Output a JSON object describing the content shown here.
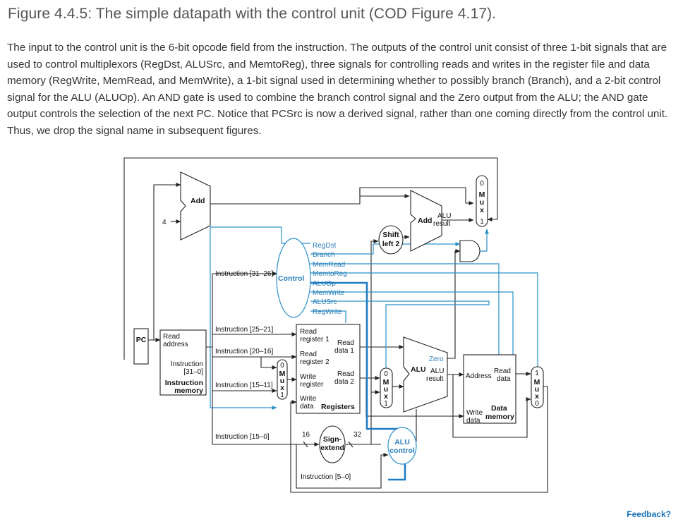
{
  "figure": {
    "title": "Figure 4.4.5: The simple datapath with the control unit (COD Figure 4.17).",
    "caption": "The input to the control unit is the 6-bit opcode field from the instruction. The outputs of the control unit consist of three 1-bit signals that are used to control multiplexors (RegDst, ALUSrc, and MemtoReg), three signals for controlling reads and writes in the register file and data memory (RegWrite, MemRead, and MemWrite), a 1-bit signal used in determining whether to possibly branch (Branch), and a 2-bit control signal for the ALU (ALUOp). An AND gate is used to combine the branch control signal and the Zero output from the ALU; the AND gate output controls the selection of the next PC. Notice that PCSrc is now a derived signal, rather than one coming directly from the control unit. Thus, we drop the signal name in subsequent figures."
  },
  "diagram": {
    "pc_label": "PC",
    "add_label": "Add",
    "four_label": "4",
    "branch_add_label": "Add",
    "branch_add_result_line1": "ALU",
    "branch_add_result_line2": "result",
    "shift_line1": "Shift",
    "shift_line2": "left 2",
    "control_label": "Control",
    "control_signals": [
      "RegDst",
      "Branch",
      "MemRead",
      "MemtoReg",
      "ALUOp",
      "MemWrite",
      "ALUSrc",
      "RegWrite"
    ],
    "imem": {
      "read_line1": "Read",
      "read_line2": "address",
      "instr_line1": "Instruction",
      "instr_line2": "[31–0]",
      "name_line1": "Instruction",
      "name_line2": "memory"
    },
    "field_labels": [
      "Instruction [31–26]",
      "Instruction [25–21]",
      "Instruction [20–16]",
      "Instruction [15–11]",
      "Instruction [15–0]",
      "Instruction [5–0]"
    ],
    "mux_letters": [
      "M",
      "u",
      "x"
    ],
    "mux_zero": "0",
    "mux_one": "1",
    "registers": {
      "read_reg1_line1": "Read",
      "read_reg1_line2": "register 1",
      "read_data1_line1": "Read",
      "read_data1_line2": "data 1",
      "read_reg2_line1": "Read",
      "read_reg2_line2": "register 2",
      "write_reg_line1": "Write",
      "write_reg_line2": "register",
      "read_data2_line1": "Read",
      "read_data2_line2": "data 2",
      "write_data_line1": "Write",
      "write_data_line2": "data",
      "name": "Registers"
    },
    "alu": {
      "zero": "Zero",
      "name": "ALU",
      "result_line1": "ALU",
      "result_line2": "result"
    },
    "sign_extend_line1": "Sign-",
    "sign_extend_line2": "extend",
    "bits_16": "16",
    "bits_32": "32",
    "alu_control_line1": "ALU",
    "alu_control_line2": "control",
    "data_memory": {
      "address": "Address",
      "read_data_line1": "Read",
      "read_data_line2": "data",
      "write_data_line1": "Write",
      "write_data_line2": "data",
      "name_line1": "Data",
      "name_line2": "memory"
    }
  },
  "feedback_label": "Feedback?",
  "colors": {
    "control": "#2a90c9",
    "wire": "#222222",
    "link": "#1a73b8"
  }
}
